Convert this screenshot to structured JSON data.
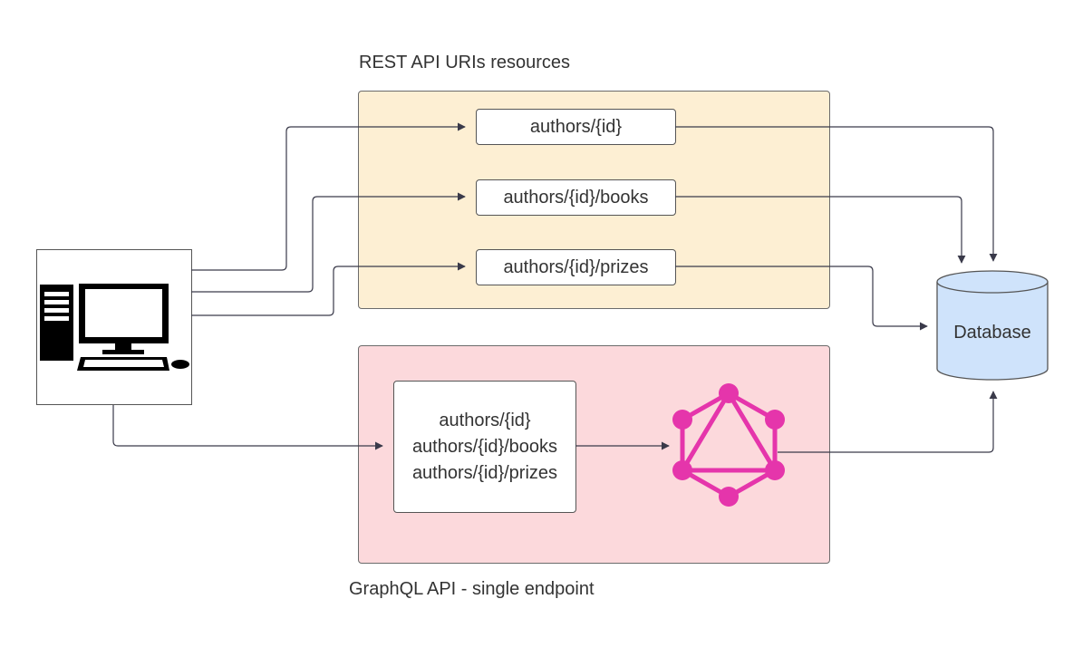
{
  "rest": {
    "title": "REST API URIs resources",
    "resources": [
      "authors/{id}",
      "authors/{id}/books",
      "authors/{id}/prizes"
    ]
  },
  "graphql": {
    "title": "GraphQL API - single endpoint",
    "queries": [
      "authors/{id}",
      "authors/{id}/books",
      "authors/{id}/prizes"
    ],
    "logo_icon": "graphql-logo-icon"
  },
  "database": {
    "label": "Database",
    "icon": "database-cylinder-icon"
  },
  "client": {
    "icon": "desktop-computer-icon"
  },
  "colors": {
    "rest_panel": "#fdefd3",
    "graphql_panel": "#fcd9dc",
    "database_fill": "#cfe3fb",
    "graphql_logo": "#e535ab"
  }
}
